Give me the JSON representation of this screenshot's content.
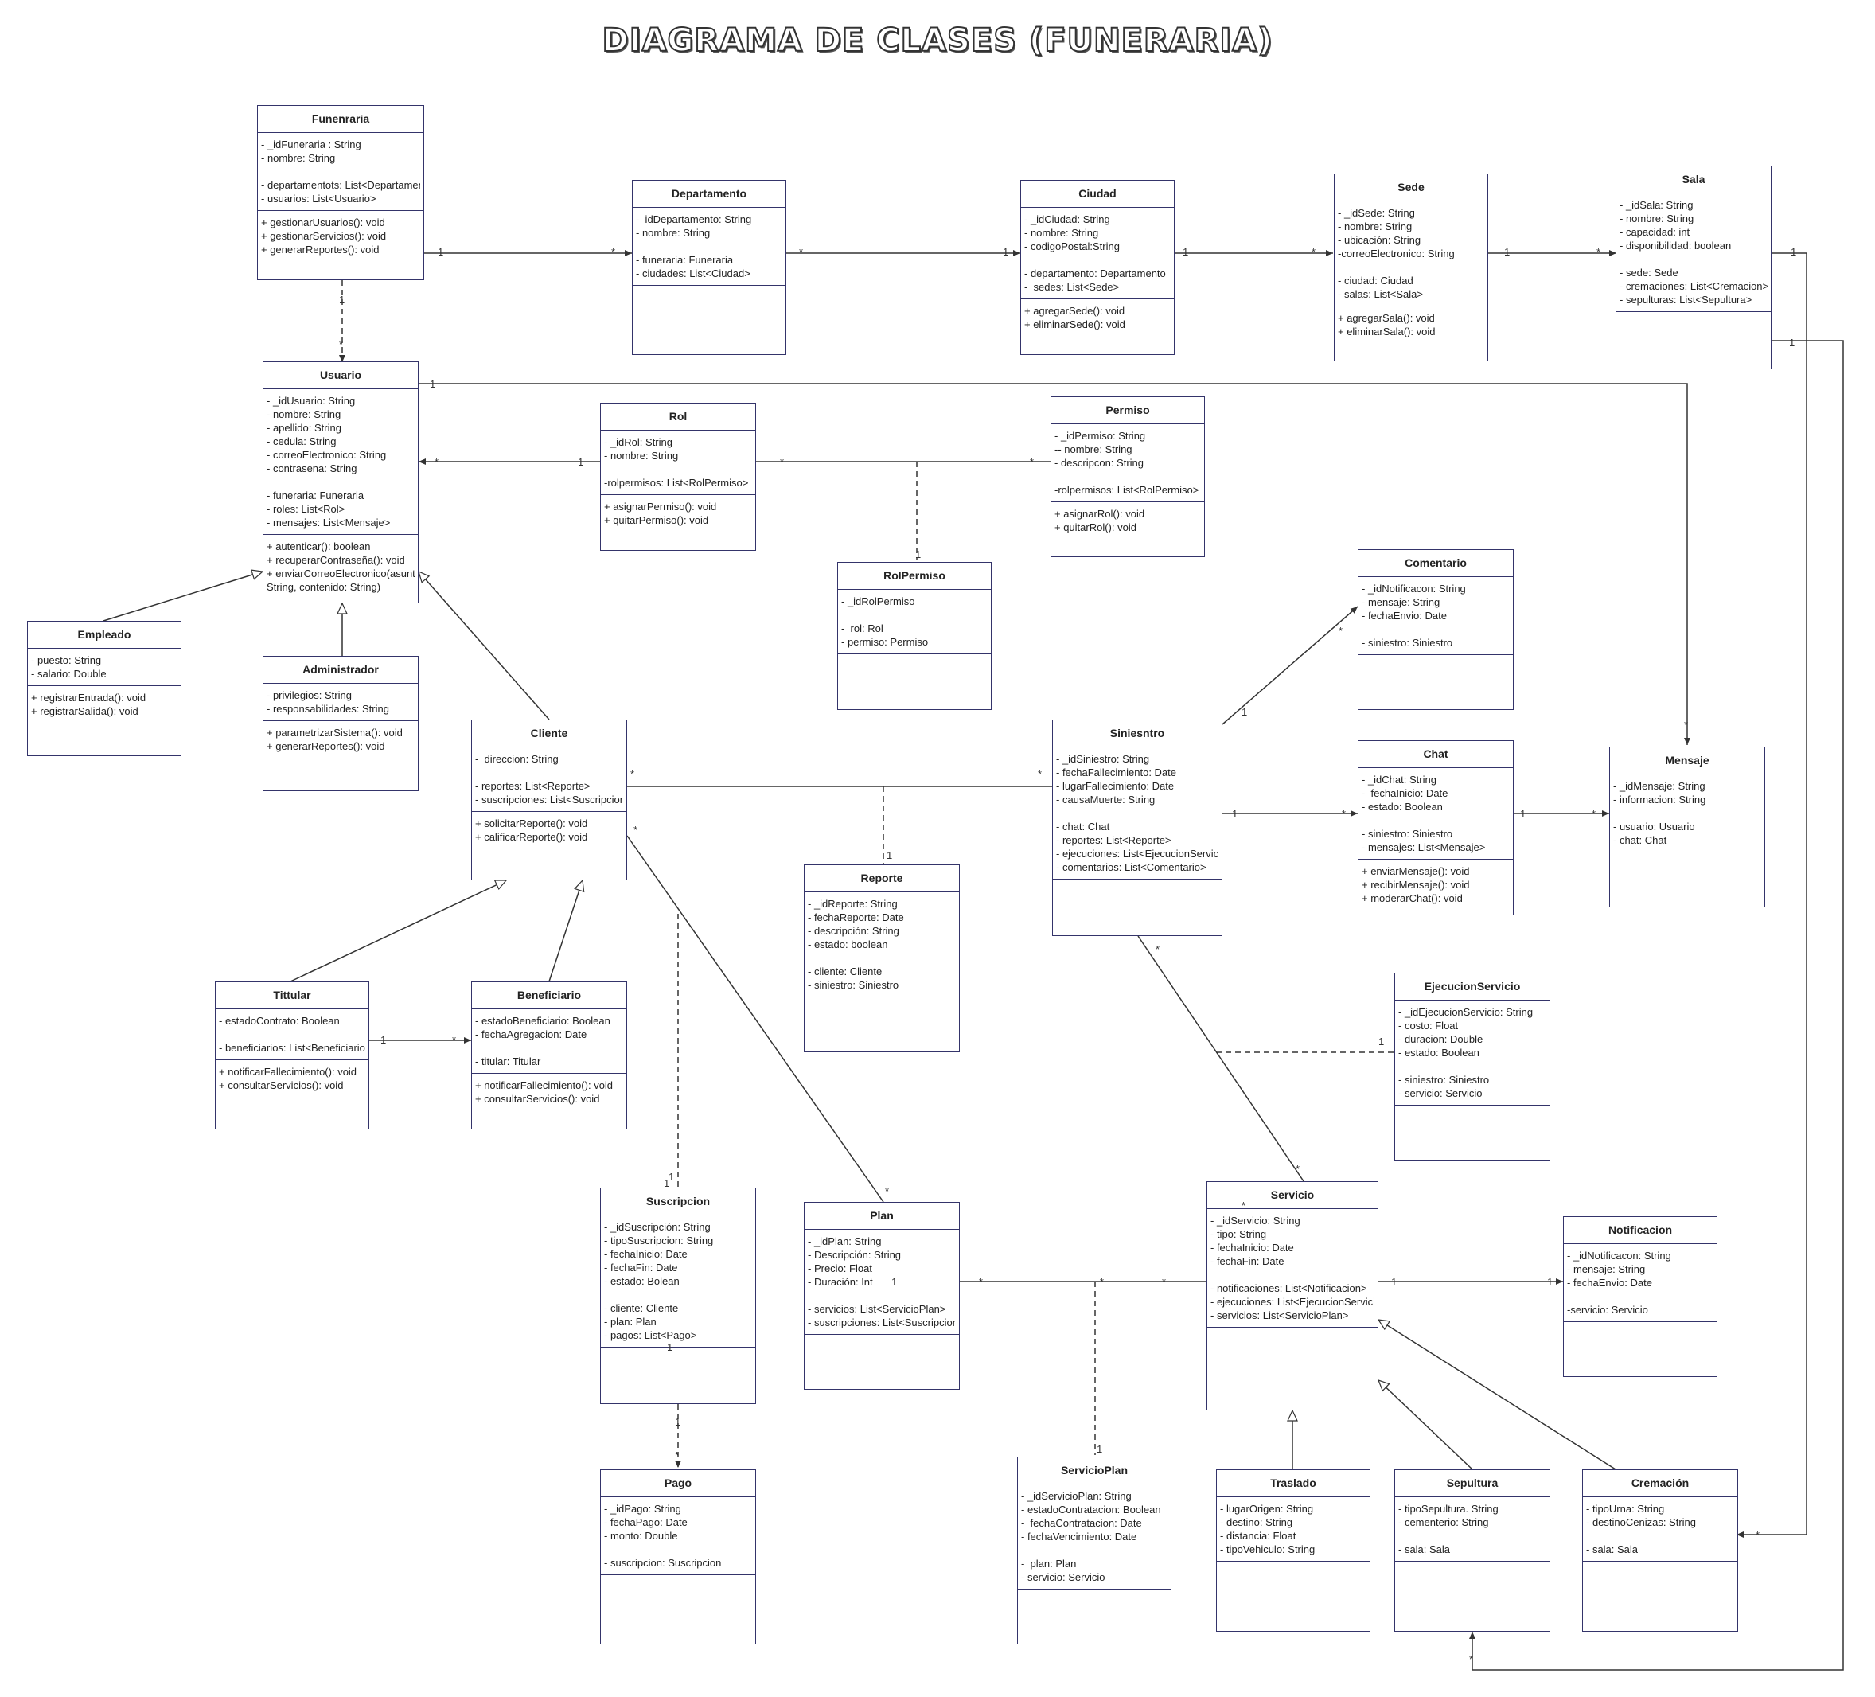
{
  "title": "DIAGRAMA DE CLASES (FUNERARIA)",
  "classes": [
    {
      "id": "Funeraria",
      "name": "Funenraria",
      "attrs": [
        "- _idFuneraria : String",
        "- nombre: String",
        "",
        "- departamentots: List<Departamento>",
        "- usuarios: List<Usuario>"
      ],
      "methods": [
        "+ gestionarUsuarios(): void",
        "+ gestionarServicios(): void",
        "+ generarReportes(): void"
      ]
    },
    {
      "id": "Departamento",
      "name": "Departamento",
      "attrs": [
        "-  idDepartamento: String",
        "- nombre: String",
        "",
        "- funeraria: Funeraria",
        "- ciudades: List<Ciudad>"
      ],
      "methods": [
        ""
      ]
    },
    {
      "id": "Ciudad",
      "name": "Ciudad",
      "attrs": [
        "- _idCiudad: String",
        "- nombre: String",
        "- codigoPostal:String",
        "",
        "- departamento: Departamento",
        "-  sedes: List<Sede>"
      ],
      "methods": [
        "+ agregarSede(): void",
        "+ eliminarSede(): void"
      ]
    },
    {
      "id": "Sede",
      "name": "Sede",
      "attrs": [
        "- _idSede: String",
        "- nombre: String",
        "- ubicación: String",
        "-correoElectronico: String",
        "",
        "- ciudad: Ciudad",
        "- salas: List<Sala>"
      ],
      "methods": [
        "+ agregarSala(): void",
        "+ eliminarSala(): void"
      ]
    },
    {
      "id": "Sala",
      "name": "Sala",
      "attrs": [
        "- _idSala: String",
        "- nombre: String",
        "- capacidad: int",
        "- disponibilidad: boolean",
        "",
        "- sede: Sede",
        "- cremaciones: List<Cremacion>",
        "- sepulturas: List<Sepultura>"
      ],
      "methods": [
        ""
      ]
    },
    {
      "id": "Usuario",
      "name": "Usuario",
      "attrs": [
        "- _idUsuario: String",
        "- nombre: String",
        "- apellido: String",
        "- cedula: String",
        "- correoElectronico: String",
        "- contrasena: String",
        "",
        "- funeraria: Funeraria",
        "- roles: List<Rol>",
        "- mensajes: List<Mensaje>"
      ],
      "methods": [
        "+ autenticar(): boolean",
        "+ recuperarContraseña(): void",
        "+ enviarCorreoElectronico(asunto:",
        "String, contenido: String)"
      ]
    },
    {
      "id": "Rol",
      "name": "Rol",
      "attrs": [
        "- _idRol: String",
        "- nombre: String",
        "",
        "-rolpermisos: List<RolPermiso>"
      ],
      "methods": [
        "+ asignarPermiso(): void",
        "+ quitarPermiso(): void"
      ]
    },
    {
      "id": "Permiso",
      "name": "Permiso",
      "attrs": [
        "- _idPermiso: String",
        "-- nombre: String",
        "- descripcon: String",
        "",
        "-rolpermisos: List<RolPermiso>"
      ],
      "methods": [
        "+ asignarRol(): void",
        "+ quitarRol(): void"
      ]
    },
    {
      "id": "RolPermiso",
      "name": "RolPermiso",
      "attrs": [
        "- _idRolPermiso",
        "",
        "-  rol: Rol",
        "- permiso: Permiso"
      ],
      "methods": [
        ""
      ]
    },
    {
      "id": "Empleado",
      "name": "Empleado",
      "attrs": [
        "- puesto: String",
        "- salario: Double"
      ],
      "methods": [
        "+ registrarEntrada(): void",
        "+ registrarSalida(): void"
      ]
    },
    {
      "id": "Administrador",
      "name": "Administrador",
      "attrs": [
        "- privilegios: String",
        "- responsabilidades: String"
      ],
      "methods": [
        "+ parametrizarSistema(): void",
        "+ generarReportes(): void"
      ]
    },
    {
      "id": "Cliente",
      "name": "Cliente",
      "attrs": [
        "-  direccion: String",
        "",
        "- reportes: List<Reporte>",
        "- suscripciones: List<Suscripcion>"
      ],
      "methods": [
        "+ solicitarReporte(): void",
        "+ calificarReporte(): void"
      ]
    },
    {
      "id": "Comentario",
      "name": "Comentario",
      "attrs": [
        "- _idNotificacon: String",
        "- mensaje: String",
        "- fechaEnvio: Date",
        "",
        "- siniestro: Siniestro"
      ],
      "methods": [
        ""
      ]
    },
    {
      "id": "Siniestro",
      "name": "Siniesntro",
      "attrs": [
        "- _idSiniestro: String",
        "- fechaFallecimiento: Date",
        "- lugarFallecimiento: Date",
        "- causaMuerte: String",
        "",
        "- chat: Chat",
        "- reportes: List<Reporte>",
        "- ejecuciones: List<EjecucionServicio>",
        "- comentarios: List<Comentario>"
      ],
      "methods": [
        ""
      ]
    },
    {
      "id": "Chat",
      "name": "Chat",
      "attrs": [
        "- _idChat: String",
        "-  fechaInicio: Date",
        "- estado: Boolean",
        "",
        "- siniestro: Siniestro",
        "- mensajes: List<Mensaje>"
      ],
      "methods": [
        "+ enviarMensaje(): void",
        "+ recibirMensaje(): void",
        "+ moderarChat(): void"
      ]
    },
    {
      "id": "Mensaje",
      "name": "Mensaje",
      "attrs": [
        "- _idMensaje: String",
        "- informacion: String",
        "",
        "- usuario: Usuario",
        "- chat: Chat"
      ],
      "methods": [
        ""
      ]
    },
    {
      "id": "Reporte",
      "name": "Reporte",
      "attrs": [
        "- _idReporte: String",
        "- fechaReporte: Date",
        "- descripción: String",
        "- estado: boolean",
        "",
        "- cliente: Cliente",
        "- siniestro: Siniestro"
      ],
      "methods": [
        ""
      ]
    },
    {
      "id": "Titular",
      "name": "Tittular",
      "attrs": [
        "- estadoContrato: Boolean",
        "",
        "- beneficiarios: List<Beneficiario>"
      ],
      "methods": [
        "+ notificarFallecimiento(): void",
        "+ consultarServicios(): void"
      ]
    },
    {
      "id": "Beneficiario",
      "name": "Beneficiario",
      "attrs": [
        "- estadoBeneficiario: Boolean",
        "- fechaAgregacion: Date",
        "",
        "- titular: Titular"
      ],
      "methods": [
        "+ notificarFallecimiento(): void",
        "+ consultarServicios(): void"
      ]
    },
    {
      "id": "EjecucionServicio",
      "name": "EjecucionServicio",
      "attrs": [
        "- _idEjecucionServicio: String",
        "- costo: Float",
        "- duracion: Double",
        "- estado: Boolean",
        "",
        "- siniestro: Siniestro",
        "- servicio: Servicio"
      ],
      "methods": [
        ""
      ]
    },
    {
      "id": "Suscripcion",
      "name": "Suscripcion",
      "attrs": [
        "- _idSuscripción: String",
        "- tipoSuscripcion: String",
        "- fechaInicio: Date",
        "- fechaFin: Date",
        "- estado: Bolean",
        "",
        "- cliente: Cliente",
        "- plan: Plan",
        "- pagos: List<Pago>"
      ],
      "methods": [
        ""
      ]
    },
    {
      "id": "Plan",
      "name": "Plan",
      "attrs": [
        "- _idPlan: String",
        "- Descripción: String",
        "- Precio: Float",
        "- Duración: Int",
        "",
        "- servicios: List<ServicioPlan>",
        "- suscripciones: List<Suscripcion>"
      ],
      "methods": [
        ""
      ]
    },
    {
      "id": "Servicio",
      "name": "Servicio",
      "attrs": [
        "- _idServicio: String",
        "- tipo: String",
        "- fechaInicio: Date",
        "- fechaFin: Date",
        "",
        "- notificaciones: List<Notificacion>",
        "- ejecuciones: List<EjecucionServicio>",
        "- servicios: List<ServicioPlan>"
      ],
      "methods": [
        ""
      ]
    },
    {
      "id": "Notificacion",
      "name": "Notificacion",
      "attrs": [
        "- _idNotificacon: String",
        "- mensaje: String",
        "- fechaEnvio: Date",
        "",
        "-servicio: Servicio"
      ],
      "methods": [
        ""
      ]
    },
    {
      "id": "Pago",
      "name": "Pago",
      "attrs": [
        "- _idPago: String",
        "- fechaPago: Date",
        "- monto: Double",
        "",
        "- suscripcion: Suscripcion"
      ],
      "methods": [
        ""
      ]
    },
    {
      "id": "ServicioPlan",
      "name": "ServicioPlan",
      "attrs": [
        "- _idServicioPlan: String",
        "- estadoContratacion: Boolean",
        "-  fechaContratacion: Date",
        "- fechaVencimiento: Date",
        "",
        "-  plan: Plan",
        "- servicio: Servicio"
      ],
      "methods": [
        ""
      ]
    },
    {
      "id": "Traslado",
      "name": "Traslado",
      "attrs": [
        "- lugarOrigen: String",
        "- destino: String",
        "- distancia: Float",
        "- tipoVehiculo: String"
      ],
      "methods": [
        ""
      ]
    },
    {
      "id": "Sepultura",
      "name": "Sepultura",
      "attrs": [
        "- tipoSepultura. String",
        "- cementerio: String",
        "",
        "- sala: Sala"
      ],
      "methods": [
        ""
      ]
    },
    {
      "id": "Cremacion",
      "name": "Cremación",
      "attrs": [
        "- tipoUrna: String",
        "- destinoCenizas: String",
        "",
        "- sala: Sala"
      ],
      "methods": [
        ""
      ]
    }
  ],
  "multiplicities": [
    "1",
    "*",
    "1",
    "*",
    "1",
    "*",
    "1",
    "*",
    "1",
    "*",
    "1",
    "*",
    "1",
    "*",
    "1",
    "*",
    "1",
    "*",
    "1",
    "*",
    "*",
    "*",
    "1",
    "*",
    "1",
    "*",
    "1",
    "*",
    "1",
    "*",
    "1",
    "*",
    "1",
    "1",
    "*",
    "*",
    "1",
    "*",
    "*",
    "1",
    "1",
    "*",
    "1",
    "*",
    "1",
    "1",
    "*",
    "*",
    "1",
    "*"
  ]
}
